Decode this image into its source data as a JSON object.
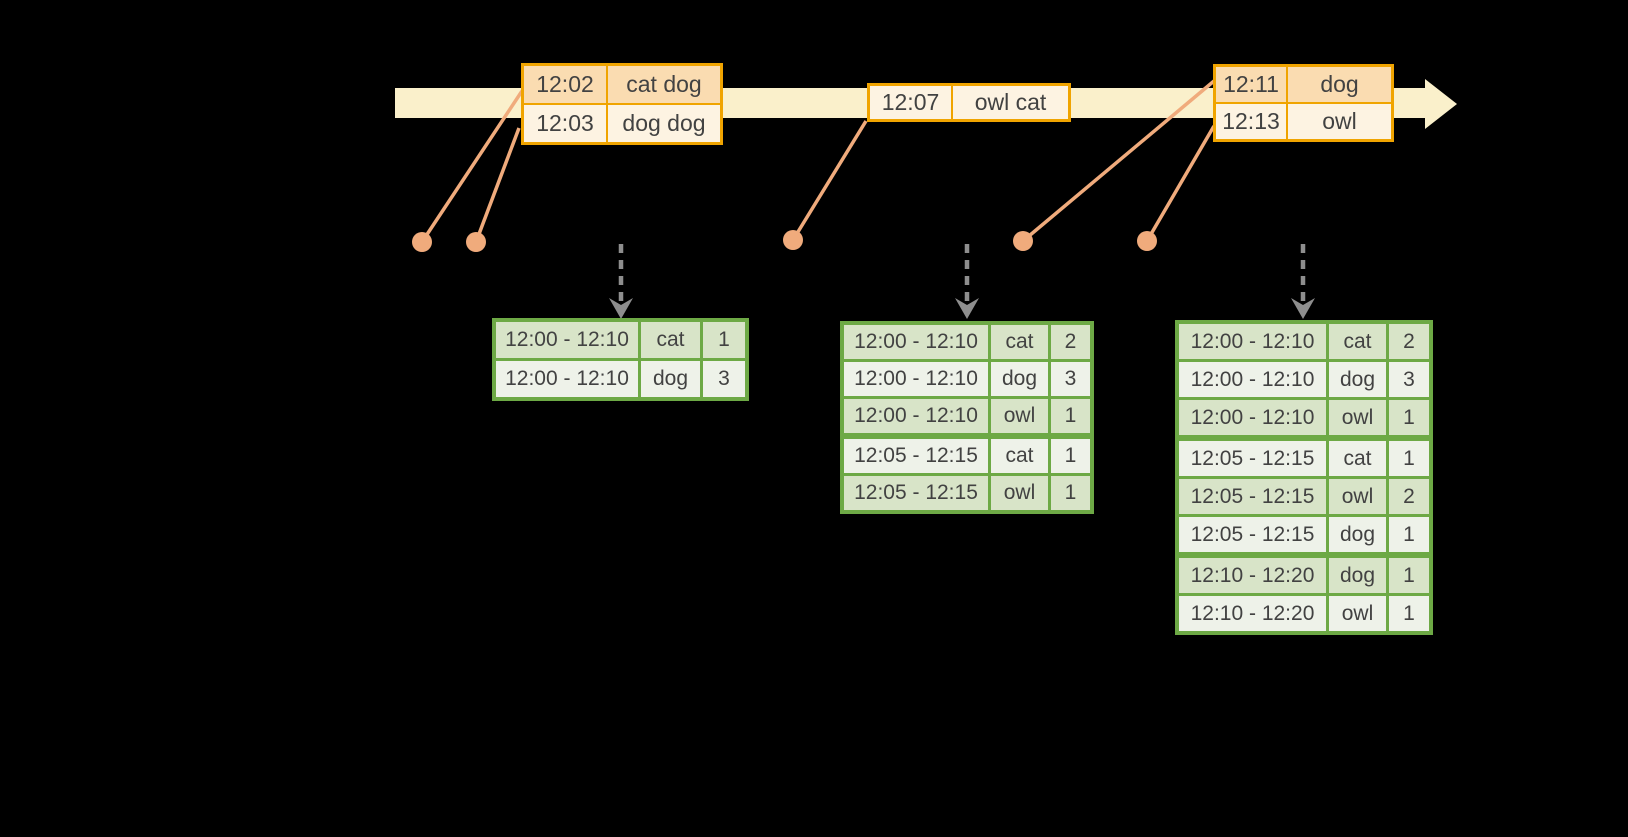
{
  "palette": {
    "background": "#000000",
    "timeline_fill": "#FAF0CB",
    "event_table_border": "#F0A400",
    "event_row_peach": "#FADCB1",
    "event_row_cream": "#FDF3E2",
    "connector_salmon": "#F0AB7C",
    "trigger_arrow_gray": "#8E8E8E",
    "result_table_border": "#6DA945",
    "result_row_dark": "#D8E4C8",
    "result_row_light": "#EEF2E9",
    "text": "#424242"
  },
  "timeline": {
    "events": [
      {
        "rows": [
          {
            "time": "12:02",
            "words": "cat dog",
            "shade": "peach"
          },
          {
            "time": "12:03",
            "words": "dog dog",
            "shade": "cream"
          }
        ]
      },
      {
        "rows": [
          {
            "time": "12:07",
            "words": "owl cat",
            "shade": "cream"
          }
        ]
      },
      {
        "rows": [
          {
            "time": "12:11",
            "words": "dog",
            "shade": "peach"
          },
          {
            "time": "12:13",
            "words": "owl",
            "shade": "cream"
          }
        ]
      }
    ]
  },
  "result_tables": [
    {
      "rows": [
        {
          "window": "12:00 - 12:10",
          "word": "cat",
          "count": "1"
        },
        {
          "window": "12:00 - 12:10",
          "word": "dog",
          "count": "3"
        }
      ]
    },
    {
      "rows": [
        {
          "window": "12:00 - 12:10",
          "word": "cat",
          "count": "2"
        },
        {
          "window": "12:00 - 12:10",
          "word": "dog",
          "count": "3"
        },
        {
          "window": "12:00 - 12:10",
          "word": "owl",
          "count": "1"
        },
        {
          "window": "12:05 - 12:15",
          "word": "cat",
          "count": "1",
          "group_break": true
        },
        {
          "window": "12:05 - 12:15",
          "word": "owl",
          "count": "1"
        }
      ]
    },
    {
      "rows": [
        {
          "window": "12:00 - 12:10",
          "word": "cat",
          "count": "2"
        },
        {
          "window": "12:00 - 12:10",
          "word": "dog",
          "count": "3"
        },
        {
          "window": "12:00 - 12:10",
          "word": "owl",
          "count": "1"
        },
        {
          "window": "12:05 - 12:15",
          "word": "cat",
          "count": "1",
          "group_break": true
        },
        {
          "window": "12:05 - 12:15",
          "word": "owl",
          "count": "2"
        },
        {
          "window": "12:05 - 12:15",
          "word": "dog",
          "count": "1"
        },
        {
          "window": "12:10 - 12:20",
          "word": "dog",
          "count": "1",
          "group_break": true
        },
        {
          "window": "12:10 - 12:20",
          "word": "owl",
          "count": "1"
        }
      ]
    }
  ]
}
